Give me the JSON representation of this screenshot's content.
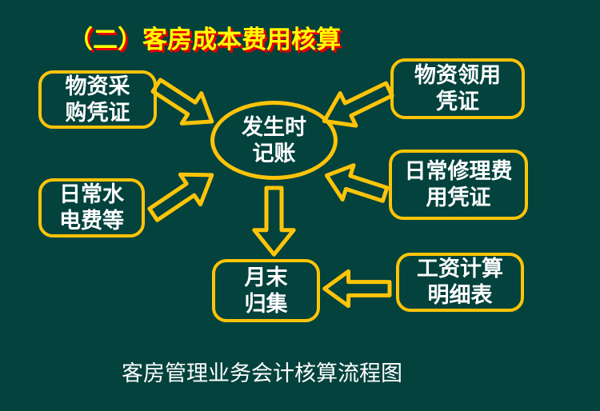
{
  "slide": {
    "title": "（二）客房成本费用核算",
    "caption": "客房管理业务会计核算流程图",
    "colors": {
      "background": "#03423D",
      "accent_gold": "#FFC408",
      "title_text": "#FFFF00",
      "title_shadow": "#E10000",
      "node_text": "#FFFFFF"
    },
    "nodes": {
      "purchase_voucher": {
        "label": "物资采\n购凭证"
      },
      "requisition_voucher": {
        "label": "物资领用\n凭证"
      },
      "utilities": {
        "label": "日常水\n电费等"
      },
      "repair_voucher": {
        "label": "日常修理费\n用凭证"
      },
      "record_on_occurrence": {
        "label": "发生时\n记账"
      },
      "month_end_collection": {
        "label": "月末\n归集"
      },
      "salary_detail_sheet": {
        "label": "工资计算\n明细表"
      }
    },
    "arrows": [
      {
        "name": "purchase-voucher-to-record",
        "direction": "right-down"
      },
      {
        "name": "requisition-voucher-to-record",
        "direction": "left-down"
      },
      {
        "name": "utilities-to-record",
        "direction": "right-up"
      },
      {
        "name": "repair-voucher-to-record",
        "direction": "left-up"
      },
      {
        "name": "record-to-month-end",
        "direction": "down"
      },
      {
        "name": "salary-sheet-to-month-end",
        "direction": "left"
      }
    ]
  }
}
